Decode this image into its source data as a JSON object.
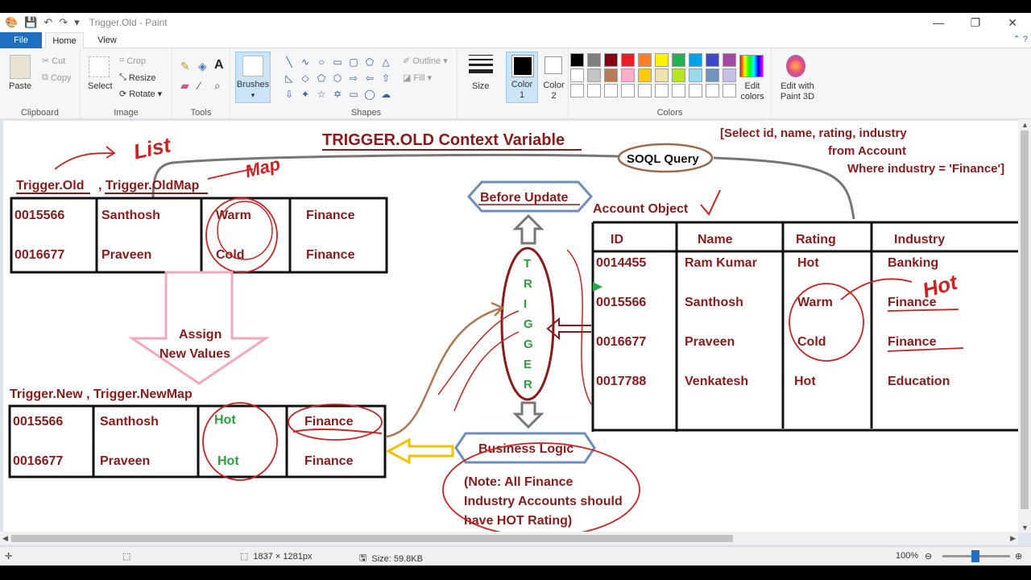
{
  "window": {
    "title": "Trigger.Old - Paint",
    "tabs": [
      "File",
      "Home",
      "View"
    ]
  },
  "ribbon": {
    "clipboard": {
      "paste": "Paste",
      "cut": "Cut",
      "copy": "Copy",
      "label": "Clipboard"
    },
    "image": {
      "select": "Select",
      "crop": "Crop",
      "resize": "Resize",
      "rotate": "Rotate",
      "label": "Image"
    },
    "tools": {
      "label": "Tools"
    },
    "brushes": {
      "label": "Brushes"
    },
    "shapes": {
      "outline": "Outline",
      "fill": "Fill",
      "label": "Shapes"
    },
    "size": {
      "label": "Size"
    },
    "color1": {
      "label": "Color\n1"
    },
    "color2": {
      "label": "Color\n2"
    },
    "colors": {
      "label": "Colors",
      "edit": "Edit colors"
    },
    "paint3d": {
      "label": "Edit with Paint 3D"
    },
    "palette": [
      "#000000",
      "#7f7f7f",
      "#880015",
      "#ed1c24",
      "#ff7f27",
      "#fff200",
      "#22b14c",
      "#00a2e8",
      "#3f48cc",
      "#a349a4",
      "#ffffff",
      "#c3c3c3",
      "#b97a57",
      "#ffaec9",
      "#ffc90e",
      "#efe4b0",
      "#b5e61d",
      "#99d9ea",
      "#7092be",
      "#c8bfe7",
      "#ffffff",
      "#ffffff",
      "#ffffff",
      "#ffffff",
      "#ffffff",
      "#ffffff",
      "#ffffff",
      "#ffffff",
      "#ffffff",
      "#ffffff"
    ]
  },
  "canvas": {
    "heading": "TRIGGER.OLD Context Variable",
    "soql_query": {
      "label": "SOQL Query",
      "line1": "[Select id, name, rating, industry",
      "line2": "from Account",
      "line3": "Where industry = 'Finance']"
    },
    "old_label": {
      "old": "Trigger.Old",
      "oldmap": ", Trigger.OldMap"
    },
    "annotations": {
      "list": "List",
      "map": "Map",
      "hot": "Hot"
    },
    "old_table": [
      [
        "0015566",
        "Santhosh",
        "Warm",
        "Finance"
      ],
      [
        "0016677",
        "Praveen",
        "Cold",
        "Finance"
      ]
    ],
    "assign": {
      "line1": "Assign",
      "line2": "New Values"
    },
    "new_label": "Trigger.New , Trigger.NewMap",
    "new_table": [
      [
        "0015566",
        "Santhosh",
        "Hot",
        "Finance"
      ],
      [
        "0016677",
        "Praveen",
        "Hot",
        "Finance"
      ]
    ],
    "before_update": "Before Update",
    "trigger_letters": [
      "T",
      "R",
      "I",
      "G",
      "G",
      "E",
      "R"
    ],
    "business_logic": "Business Logic",
    "note": {
      "line1": "(Note: All Finance",
      "line2": "Industry Accounts should",
      "line3": "have HOT Rating)"
    },
    "account_object": "Account Object",
    "account_table": {
      "headers": [
        "ID",
        "Name",
        "Rating",
        "Industry"
      ],
      "rows": [
        [
          "0014455",
          "Ram Kumar",
          "Hot",
          "Banking"
        ],
        [
          "0015566",
          "Santhosh",
          "Warm",
          "Finance"
        ],
        [
          "0016677",
          "Praveen",
          "Cold",
          "Finance"
        ],
        [
          "0017788",
          "Venkatesh",
          "Hot",
          "Education"
        ]
      ]
    }
  },
  "status": {
    "dimensions": "1837 × 1281px",
    "size": "Size: 59.8KB",
    "zoom": "100%"
  }
}
